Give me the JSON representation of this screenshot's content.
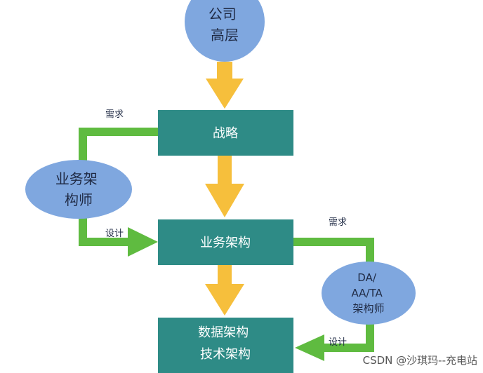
{
  "diagram": {
    "top_node": {
      "line1": "公司",
      "line2": "高层"
    },
    "strategy_box": {
      "label": "战略"
    },
    "business_box": {
      "label": "业务架构"
    },
    "data_tech_box": {
      "line1": "数据架构",
      "line2": "技术架构"
    },
    "left_role": {
      "line1": "业务架",
      "line2": "构师"
    },
    "right_role": {
      "line1": "DA/",
      "line2": "AA/TA",
      "line3": "架构师"
    },
    "left_requirement_label": "需求",
    "left_design_label": "设计",
    "right_requirement_label": "需求",
    "right_design_label": "设计"
  },
  "watermark": "CSDN @沙琪玛--充电站",
  "colors": {
    "node_blue": "#7fa7df",
    "box_teal": "#2e8b86",
    "arrow_yellow": "#f6bf3c",
    "connector_green": "#5fbb40",
    "text_dark": "#1f2a44",
    "text_light": "#ffffff"
  }
}
